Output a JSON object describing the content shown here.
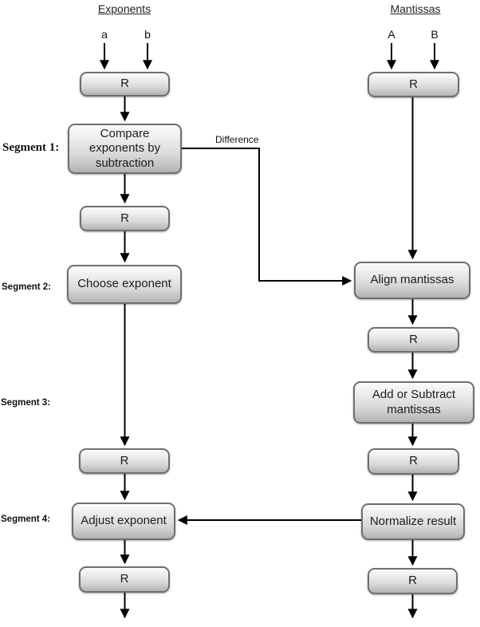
{
  "diagram": {
    "columns": [
      {
        "header": "Exponents",
        "inputs": [
          "a",
          "b"
        ]
      },
      {
        "header": "Mantissas",
        "inputs": [
          "A",
          "B"
        ]
      }
    ],
    "segment_labels": [
      "Segment 1:",
      "Segment 2:",
      "Segment 3:",
      "Segment 4:"
    ],
    "nodes": {
      "exp_reg1": "R",
      "compare_exponents": "Compare exponents by subtraction",
      "exp_reg2": "R",
      "choose_exponent": "Choose exponent",
      "exp_reg3": "R",
      "adjust_exponent": "Adjust exponent",
      "exp_reg4": "R",
      "man_reg1": "R",
      "align_mantissas": "Align mantissas",
      "man_reg2": "R",
      "add_subtract_mantissas": "Add or Subtract mantissas",
      "man_reg3": "R",
      "normalize_result": "Normalize result",
      "man_reg4": "R"
    },
    "edge_labels": {
      "difference": "Difference"
    },
    "colors": {
      "background": "#ffffff",
      "box_border": "#6e6e6e",
      "box_fill_top": "#fbfbfb",
      "box_fill_bottom": "#b3b3b3",
      "connector": "#000000",
      "text": "#1c1c1c"
    }
  }
}
